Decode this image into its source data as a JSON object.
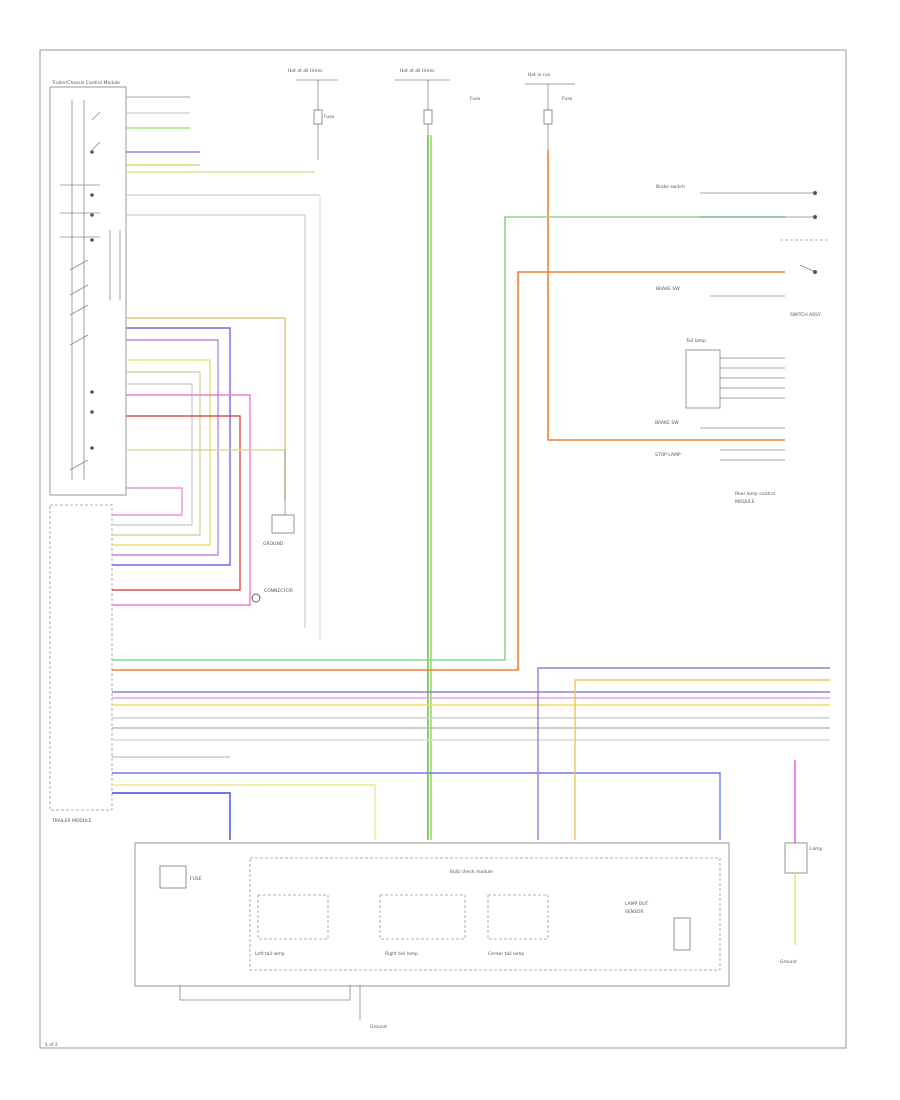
{
  "diagram": {
    "footer_code": "1 of 2",
    "wire_colors": {
      "green": "#6fbf4f",
      "orange": "#f08030",
      "violet": "#9a7ad8",
      "blue": "#3a4fe0",
      "yellow": "#e8e060",
      "pink": "#f07ad0",
      "red": "#e05050",
      "gray": "#999999",
      "light_gray": "#cfcfcf",
      "magenta": "#e050e0"
    },
    "components": {
      "module_left": "Trailer/Chassis Control Module",
      "hot_at_all_times_1": "Hot at all times",
      "hot_at_all_times_2": "Hot at all times",
      "hot_in_run": "Hot in run",
      "fuse_1": "Fuse",
      "fuse_2": "Fuse",
      "fuse_3": "Fuse",
      "brake_switch_right": "Brake switch",
      "tail_lamp_module": "Tail lamp",
      "rear_module_right": "Rear lamp control",
      "ground_right": "Ground",
      "bottom_module": "Bulb check module",
      "bottom_sub_1": "Left tail lamp",
      "bottom_sub_2": "Right tail lamp",
      "bottom_sub_3": "Center tail lamp",
      "ground_bottom": "Ground",
      "right_lamp": "Lamp"
    }
  }
}
